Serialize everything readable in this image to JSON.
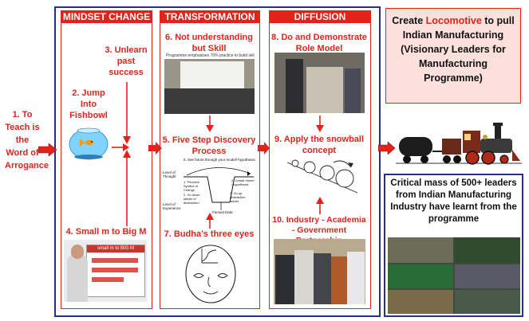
{
  "left_note": "1.  To Teach is the Word of Arrogance",
  "panels": {
    "mindset": {
      "title": "MINDSET CHANGE",
      "step2": "2. Jump Into Fishbowl",
      "step3": "3. Unlearn past success",
      "step4": "4. Small m to Big M",
      "slide_title": "small m to BIG M"
    },
    "transformation": {
      "title": "TRANSFORMATION",
      "step6": "6. Not understanding but Skill",
      "photo_caption": "Programme emphasises 70% practice to build skills",
      "step5": "5. Five Step Discovery Process",
      "step7": "7. Budha’s three eyes",
      "diagram": {
        "top": "5. See future through your model/ hypothesis",
        "level_thought": "Level of Thought",
        "s1": "1. Perceive Symbol of Change",
        "s2": "2. Go down ladder of abstraction",
        "s3": "3. Go up abstraction ladder",
        "s4": "4. Create model / hypothesis",
        "level_exp": "Level of Experience",
        "factual": "Factual Data"
      }
    },
    "diffusion": {
      "title": "DIFFUSION",
      "step8": "8. Do and Demonstrate Role Model",
      "step9": "9. Apply the snowball concept",
      "step10": "10. Industry - Academia - Government Partnership"
    }
  },
  "locomotive_box": {
    "prefix": "Create ",
    "highlight": "Locomotive",
    "suffix": " to pull Indian Manufacturing (Visionary Leaders for Manufacturing Programme)"
  },
  "critical_mass": "Critical mass of 500+ leaders from Indian Manufacturing Industry have learnt from the programme",
  "colors": {
    "accent_red": "#e2231a",
    "frame_blue": "#2b2f8c",
    "box_fill": "#fbe0dc"
  },
  "icons": [
    "fishbowl-image",
    "buddha-eyes-face",
    "snowball-diagram",
    "locomotive-train"
  ]
}
